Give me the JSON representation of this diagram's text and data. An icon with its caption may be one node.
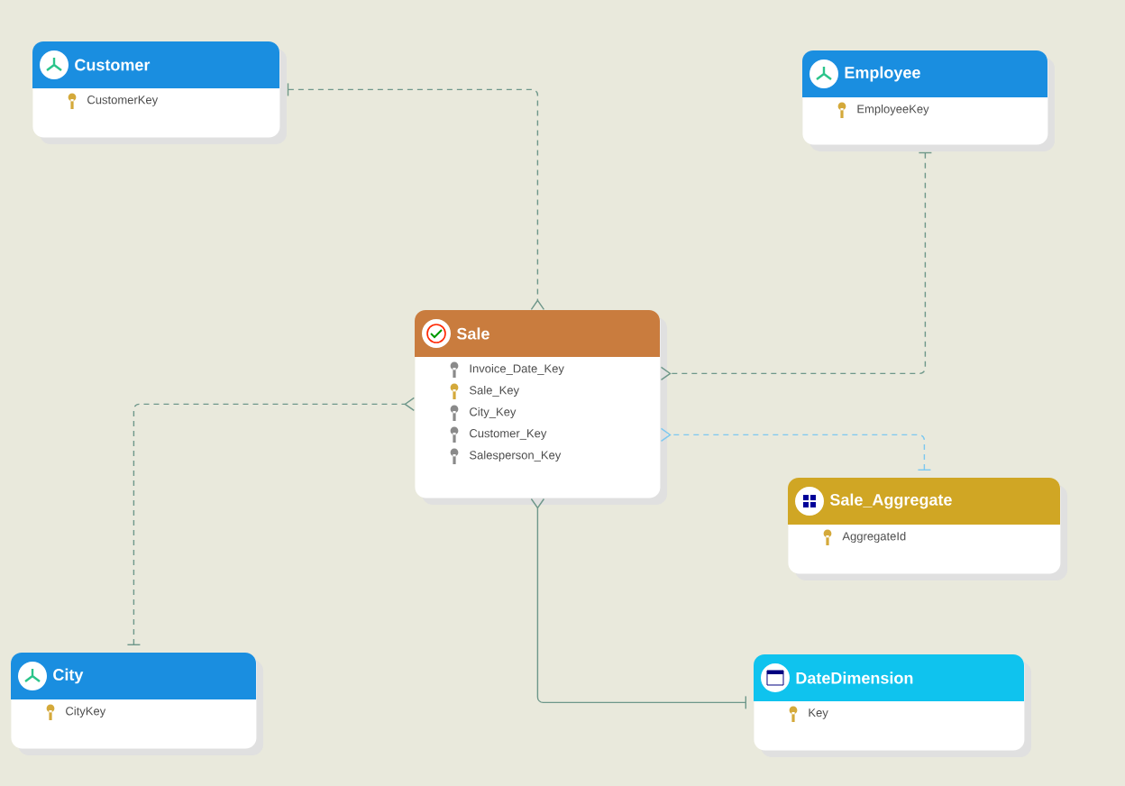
{
  "diagram": {
    "nodes": [
      {
        "text": [
          "Customer",
          "CustomerKey"
        ]
      },
      {
        "text": [
          "Employee",
          "EmployeeKey"
        ]
      },
      {
        "text": [
          "Sale",
          "Invoice_Date_Key",
          "Sale_Key",
          "City_Key",
          "Customer_Key",
          "Salesperson_Key"
        ]
      },
      {
        "text": [
          "Sale_Aggregate",
          "AggregateId"
        ]
      },
      {
        "text": [
          "City",
          "CityKey"
        ]
      },
      {
        "text": [
          "DateDimension",
          "Key"
        ]
      }
    ],
    "edges": [
      {
        "from": 0,
        "to": 2,
        "arrow": "other",
        "style": "dashed"
      },
      {
        "from": 1,
        "to": 2,
        "arrow": "other",
        "style": "dashed"
      },
      {
        "from": 4,
        "to": 2,
        "arrow": "other",
        "style": "dashed"
      },
      {
        "from": 5,
        "to": 2,
        "arrow": "other"
      },
      {
        "from": 3,
        "to": 2,
        "arrow": "other",
        "style": "dashed",
        "color": "#7cc8f0"
      }
    ]
  }
}
